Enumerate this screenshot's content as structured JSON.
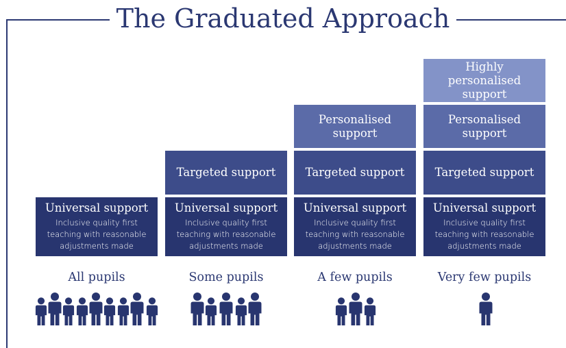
{
  "title": "The Graduated Approach",
  "colors": {
    "frame": "#2b3872",
    "universal": "#28356f",
    "targeted": "#3d4c8a",
    "personalised": "#5b6ba8",
    "highly_personalised": "#8393c8",
    "person_icon": "#28356f"
  },
  "columns": [
    {
      "group": "All pupils",
      "people_icon": "person-icon",
      "people_count": 9,
      "tiers": [
        {
          "level": "universal",
          "label": "Universal support",
          "detail": "Inclusive quality first teaching with reasonable adjustments made"
        }
      ]
    },
    {
      "group": "Some pupils",
      "people_icon": "person-icon",
      "people_count": 5,
      "tiers": [
        {
          "level": "universal",
          "label": "Universal support",
          "detail": "Inclusive quality first teaching with reasonable adjustments made"
        },
        {
          "level": "targeted",
          "label": "Targeted support"
        }
      ]
    },
    {
      "group": "A few pupils",
      "people_icon": "person-icon",
      "people_count": 3,
      "tiers": [
        {
          "level": "universal",
          "label": "Universal support",
          "detail": "Inclusive quality first teaching with reasonable adjustments made"
        },
        {
          "level": "targeted",
          "label": "Targeted support"
        },
        {
          "level": "personalised",
          "label": "Personalised support"
        }
      ]
    },
    {
      "group": "Very few pupils",
      "people_icon": "person-icon",
      "people_count": 1,
      "tiers": [
        {
          "level": "universal",
          "label": "Universal support",
          "detail": "Inclusive quality first teaching with reasonable adjustments made"
        },
        {
          "level": "targeted",
          "label": "Targeted support"
        },
        {
          "level": "personalised",
          "label": "Personalised support"
        },
        {
          "level": "highly_personalised",
          "label": "Highly personalised support"
        }
      ]
    }
  ]
}
